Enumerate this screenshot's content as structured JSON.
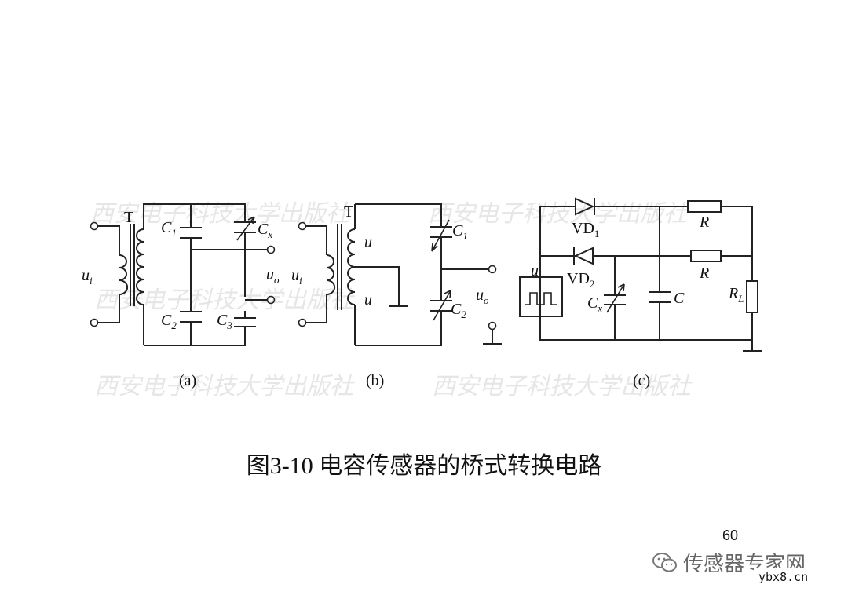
{
  "watermark": {
    "top_a": "西安电子科技大学出版社",
    "top_b": "西安电子科技大学出版社",
    "mid": "西安电子科技大学出版社",
    "bottom_a": "西安电子科技大学出版社",
    "bottom_b": "西安电子科技大学出版社"
  },
  "circuit_a": {
    "transformer": "T",
    "input": "u",
    "input_sub": "i",
    "c1": "C",
    "c1_sub": "1",
    "cx": "C",
    "cx_sub": "x",
    "c2": "C",
    "c2_sub": "2",
    "c3": "C",
    "c3_sub": "3",
    "output": "u",
    "output_sub": "o",
    "label": "(a)"
  },
  "circuit_b": {
    "transformer": "T",
    "input": "u",
    "input_sub": "i",
    "winding_top": "u",
    "winding_bottom": "u",
    "c1": "C",
    "c1_sub": "1",
    "c2": "C",
    "c2_sub": "2",
    "output": "u",
    "output_sub": "o",
    "label": "(b)"
  },
  "circuit_c": {
    "vd1": "VD",
    "vd1_sub": "1",
    "vd2": "VD",
    "vd2_sub": "2",
    "r_top": "R",
    "r_mid": "R",
    "source": "u",
    "cx": "C",
    "cx_sub": "x",
    "c": "C",
    "rl": "R",
    "rl_sub": "L",
    "label": "(c)"
  },
  "caption": "图3-10 电容传感器的桥式转换电路",
  "page_number": "60",
  "brand": "传感器专家网",
  "site": "ybx8.cn"
}
